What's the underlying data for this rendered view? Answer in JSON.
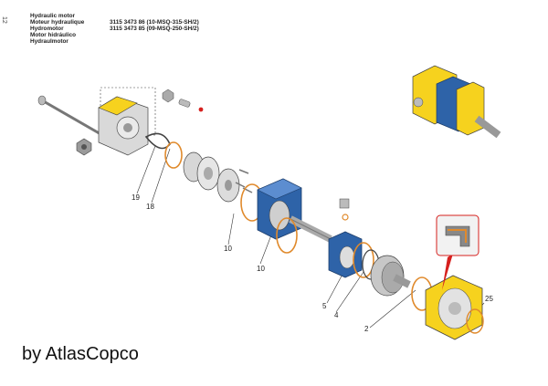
{
  "header": {
    "page_number": "12",
    "titles": [
      "Hydraulic motor",
      "Moteur hydraulique",
      "Hydromotor",
      "Motor hidráulico",
      "Hydraulmotor"
    ],
    "codes": [
      "3115 3473 86 (10-MSQ-315-SH/2)",
      "3115 3473 85 (09-MSQ-250-SH/2)"
    ]
  },
  "callouts": {
    "c19": "19",
    "c18": "18",
    "c10a": "10",
    "c10b": "10",
    "c5": "5",
    "c4": "4",
    "c2": "2",
    "c25": "25"
  },
  "credit": "by AtlasCopco",
  "colors": {
    "housing_yellow": "#f6d21e",
    "body_blue": "#2e63a8",
    "seal_orange": "#e08a2c",
    "metal_grey": "#c7c7c7",
    "callout_red": "#d6201e"
  }
}
